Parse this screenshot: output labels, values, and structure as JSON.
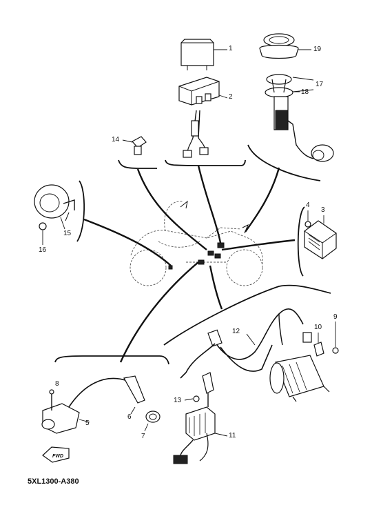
{
  "parts": [
    {
      "id": "1",
      "label": "1"
    },
    {
      "id": "2",
      "label": "2"
    },
    {
      "id": "3",
      "label": "3"
    },
    {
      "id": "4",
      "label": "4"
    },
    {
      "id": "5",
      "label": "5"
    },
    {
      "id": "6",
      "label": "6"
    },
    {
      "id": "7",
      "label": "7"
    },
    {
      "id": "8",
      "label": "8"
    },
    {
      "id": "9",
      "label": "9"
    },
    {
      "id": "10",
      "label": "10"
    },
    {
      "id": "11",
      "label": "11"
    },
    {
      "id": "12",
      "label": "12"
    },
    {
      "id": "13",
      "label": "13"
    },
    {
      "id": "14",
      "label": "14"
    },
    {
      "id": "15",
      "label": "15"
    },
    {
      "id": "16",
      "label": "16"
    },
    {
      "id": "17",
      "label": "17"
    },
    {
      "id": "18",
      "label": "18"
    },
    {
      "id": "19",
      "label": "19"
    }
  ],
  "fwd_label": "FWD",
  "diagram_code": "5XL1300-A380"
}
